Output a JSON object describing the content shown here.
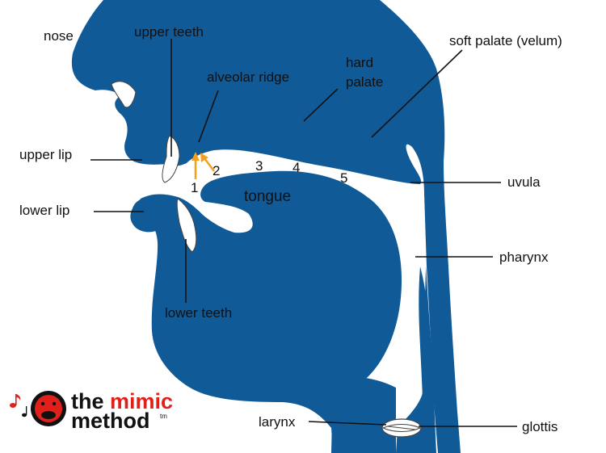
{
  "colors": {
    "tissue": "#115a98",
    "arrow": "#f5a01a",
    "leader": "#111111",
    "logo_red": "#e0201b"
  },
  "labels": {
    "nose": "nose",
    "upper_teeth": "upper teeth",
    "alveolar_ridge": "alveolar ridge",
    "hard_palate_line1": "hard",
    "hard_palate_line2": "palate",
    "soft_palate": "soft palate (velum)",
    "upper_lip": "upper lip",
    "lower_lip": "lower lip",
    "uvula": "uvula",
    "pharynx": "pharynx",
    "tongue": "tongue",
    "lower_teeth": "lower teeth",
    "larynx": "larynx",
    "glottis": "glottis"
  },
  "places": [
    "1",
    "2",
    "3",
    "4",
    "5"
  ],
  "logo": {
    "part1": "the",
    "part2": "mimic",
    "part3": "method",
    "tm": "tm",
    "icon": "music-note-icon"
  }
}
